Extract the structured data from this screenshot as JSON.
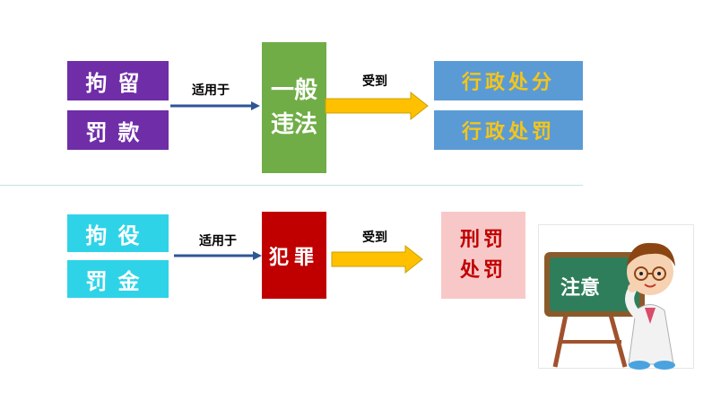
{
  "top": {
    "left_boxes": [
      "拘留",
      "罚款"
    ],
    "applies_to": "适用于",
    "middle": [
      "一般",
      "违法"
    ],
    "receives": "受到",
    "right_boxes": [
      "行政处分",
      "行政处罚"
    ]
  },
  "bottom": {
    "left_boxes": [
      "拘役",
      "罚金"
    ],
    "applies_to": "适用于",
    "middle": "犯罪",
    "receives": "受到",
    "right": [
      "刑罚",
      "处罚"
    ]
  },
  "note": {
    "board_text": "注意"
  },
  "colors": {
    "purple": "#6f2da8",
    "green": "#70ad47",
    "blue": "#5b9bd5",
    "cyan": "#2fd3e8",
    "red": "#c00000",
    "pink": "#f8c8c8",
    "arrow_fill": "#ffc000",
    "board": "#2e7d5b"
  }
}
